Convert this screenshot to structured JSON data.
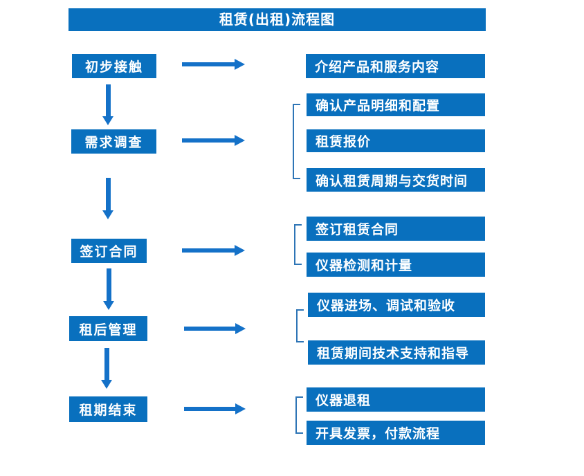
{
  "title": "租赁(出租)流程图",
  "colors": {
    "primary": "#0970be",
    "arrow": "#1471c8",
    "bracket": "#2e75b6",
    "text": "#ffffff",
    "background": "#ffffff"
  },
  "steps": [
    {
      "label": "初步接触",
      "details": [
        "介绍产品和服务内容"
      ]
    },
    {
      "label": "需求调查",
      "details": [
        "确认产品明细和配置",
        "租赁报价",
        "确认租赁周期与交货时间"
      ]
    },
    {
      "label": "签订合同",
      "details": [
        "签订租赁合同",
        "仪器检测和计量"
      ]
    },
    {
      "label": "租后管理",
      "details": [
        "仪器进场、调试和验收",
        "租赁期间技术支持和指导"
      ]
    },
    {
      "label": "租期结束",
      "details": [
        "仪器退租",
        "开具发票，付款流程"
      ]
    }
  ]
}
